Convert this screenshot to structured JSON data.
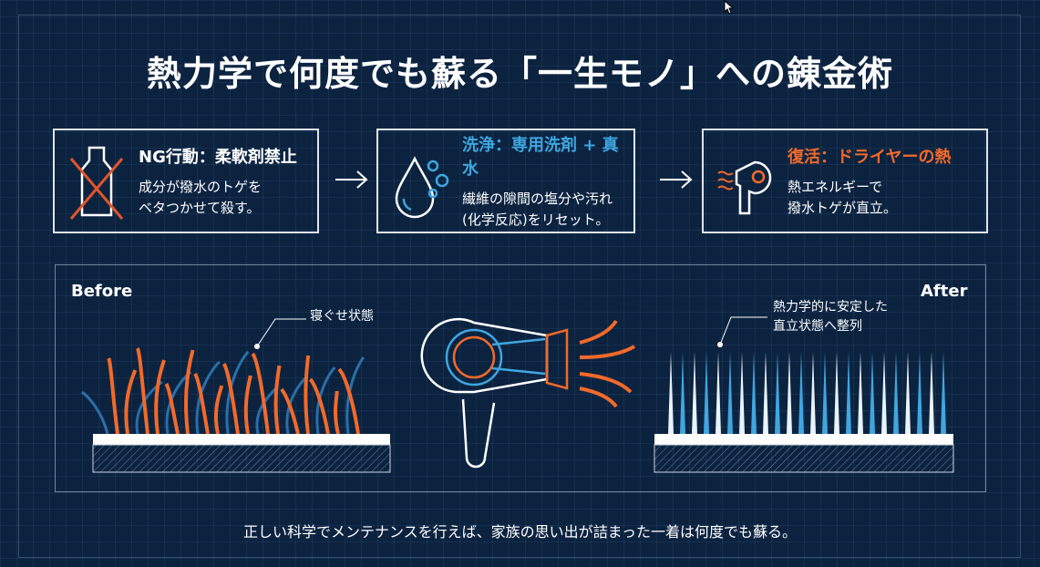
{
  "title": "熱力学で何度でも蘇る「一生モノ」への錬金術",
  "steps": [
    {
      "heading": "NG行動：柔軟剤禁止",
      "lines": [
        "成分が撥水のトゲを",
        "ベタつかせて殺す。"
      ],
      "icon": "crossed-bottle-icon",
      "color": "#ffffff"
    },
    {
      "heading": "洗浄：専用洗剤 + 真水",
      "lines": [
        "繊維の隙間の塩分や汚れ",
        "(化学反応)をリセット。"
      ],
      "icon": "water-drop-icon",
      "color": "#3fa6e0"
    },
    {
      "heading": "復活：ドライヤーの熱",
      "lines": [
        "熱エネルギーで",
        "撥水トゲが直立。"
      ],
      "icon": "hair-dryer-icon",
      "color": "#f26a2a"
    }
  ],
  "diagram": {
    "before_label": "Before",
    "after_label": "After",
    "before_note": "寝ぐせ状態",
    "after_note": [
      "熱力学的に安定した",
      "直立状態へ整列"
    ]
  },
  "footer": "正しい科学でメンテナンスを行えば、家族の思い出が詰まった一着は何度でも蘇る。",
  "colors": {
    "background": "#0c2340",
    "orange": "#f26a2a",
    "blue": "#3fa6e0"
  }
}
